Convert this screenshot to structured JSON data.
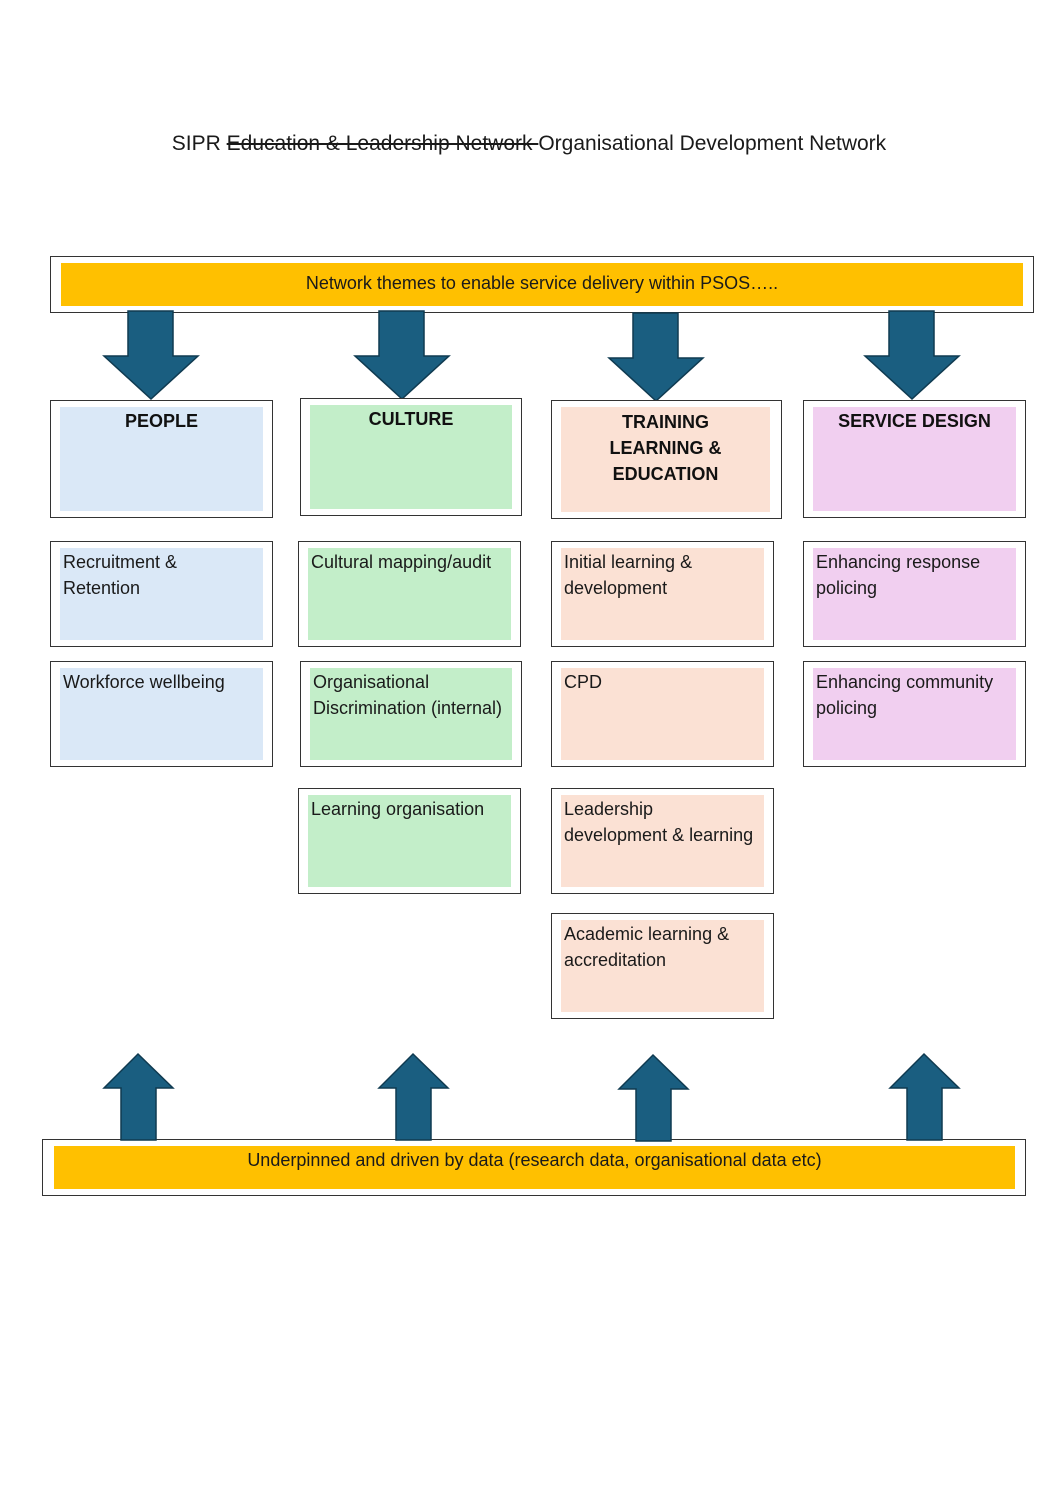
{
  "title": {
    "prefix": "SIPR ",
    "struck": "Education & Leadership Network ",
    "suffix": "Organisational Development Network"
  },
  "top_banner": "Network themes to enable service delivery within PSOS…..",
  "bottom_banner": "Underpinned and driven by data (research data, organisational data etc)",
  "columns": [
    {
      "heading": "PEOPLE",
      "color": "#dae8f7",
      "items": [
        "Recruitment & Retention",
        "Workforce wellbeing"
      ]
    },
    {
      "heading": "CULTURE",
      "color": "#c3eec9",
      "items": [
        "Cultural mapping/audit",
        "Organisational Discrimination (internal)",
        "Learning organisation"
      ]
    },
    {
      "heading": "TRAINING LEARNING & EDUCATION",
      "color": "#fbe1d4",
      "items": [
        "Initial learning & development",
        "CPD",
        "Leadership development & learning",
        "Academic learning & accreditation"
      ]
    },
    {
      "heading": "SERVICE DESIGN",
      "color": "#f1cff0",
      "items": [
        "Enhancing response policing",
        "Enhancing community policing"
      ]
    }
  ],
  "colors": {
    "banner": "#ffc000",
    "arrow": "#1a5e80",
    "border": "#333333"
  },
  "icons": [
    "arrow-down-icon",
    "arrow-up-icon"
  ]
}
